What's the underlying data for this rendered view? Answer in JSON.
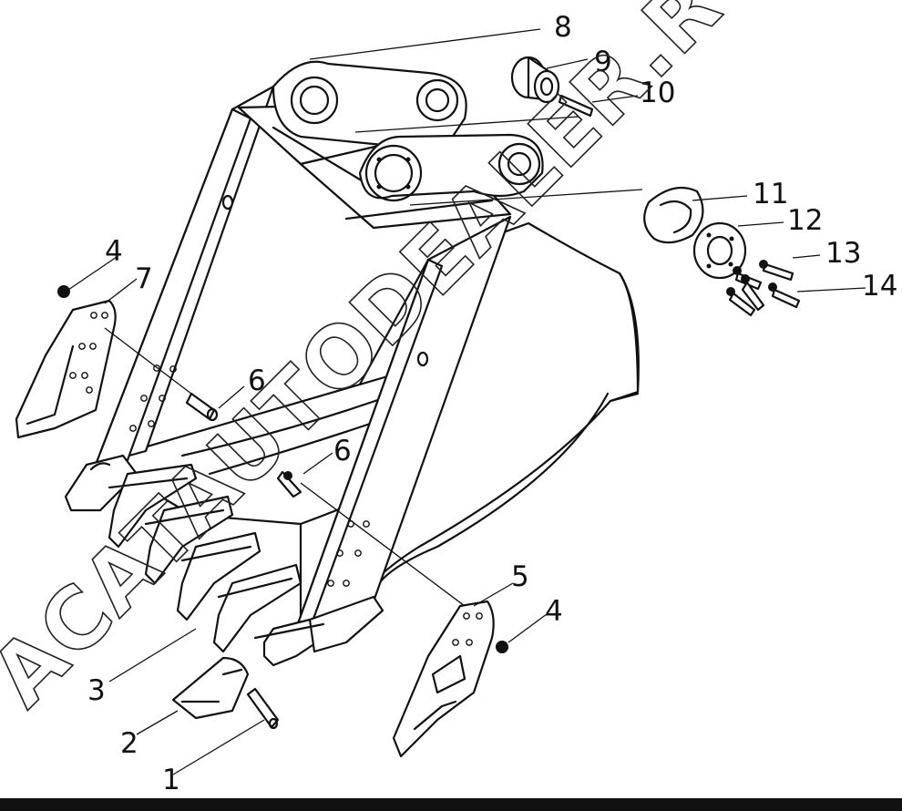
{
  "watermark": "ACATAUTODEALER.RU",
  "callouts": [
    {
      "id": "c1",
      "text": "1"
    },
    {
      "id": "c2",
      "text": "2"
    },
    {
      "id": "c3",
      "text": "3"
    },
    {
      "id": "c4a",
      "text": "4"
    },
    {
      "id": "c4b",
      "text": "4"
    },
    {
      "id": "c5",
      "text": "5"
    },
    {
      "id": "c6a",
      "text": "6"
    },
    {
      "id": "c6b",
      "text": "6"
    },
    {
      "id": "c7",
      "text": "7"
    },
    {
      "id": "c8",
      "text": "8"
    },
    {
      "id": "c9",
      "text": "9"
    },
    {
      "id": "c10",
      "text": "10"
    },
    {
      "id": "c11",
      "text": "11"
    },
    {
      "id": "c12",
      "text": "12"
    },
    {
      "id": "c13",
      "text": "13"
    },
    {
      "id": "c14",
      "text": "14"
    }
  ]
}
